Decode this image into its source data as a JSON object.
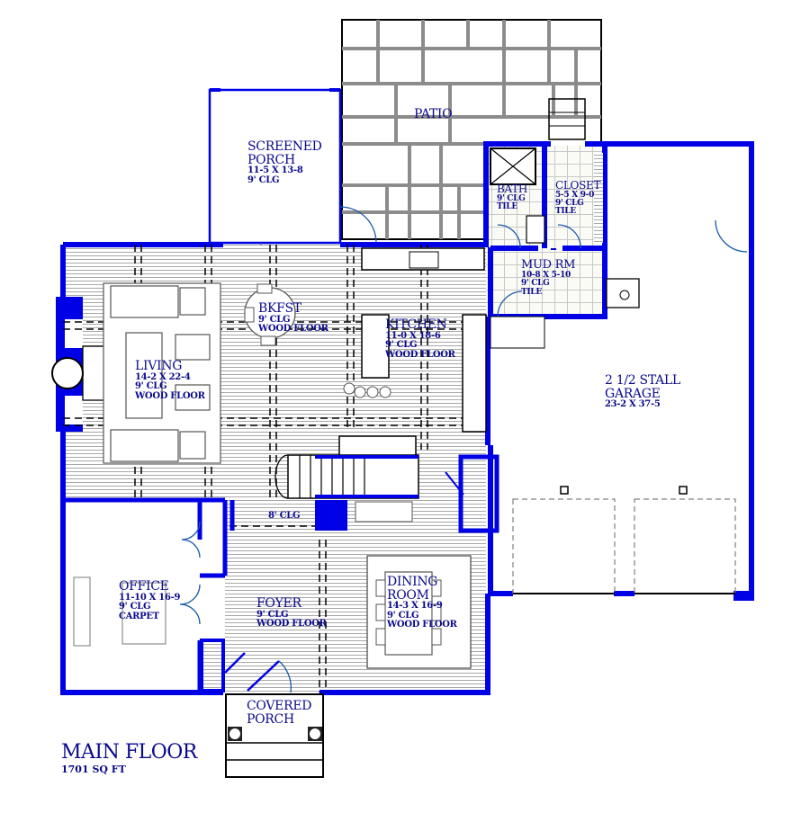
{
  "plan": {
    "title": "MAIN FLOOR",
    "area": "1701 SQ FT",
    "colors": {
      "wall": "#0000e6",
      "wall_dark": "#000080",
      "label": "#0a0a8c",
      "floor_line": "#9a9a9a",
      "patio_joint": "#8c8c8c",
      "door_arc": "#1a5aa8"
    }
  },
  "rooms": {
    "patio": {
      "name": "PATIO"
    },
    "screened_porch": {
      "name_line1": "SCREENED",
      "name_line2": "PORCH",
      "size": "11-5 X 13-8",
      "ceiling": "9' CLG"
    },
    "bath": {
      "name": "BATH",
      "ceiling": "9' CLG",
      "floor": "TILE"
    },
    "closet": {
      "name": "CLOSET",
      "size": "5-5 X 9-0",
      "ceiling": "9' CLG",
      "floor": "TILE"
    },
    "mud_rm": {
      "name": "MUD RM",
      "size": "10-8 X 5-10",
      "ceiling": "9' CLG",
      "floor": "TILE"
    },
    "bkfst": {
      "name": "BKFST",
      "ceiling": "9' CLG",
      "floor": "WOOD FLOOR"
    },
    "kitchen": {
      "name": "KITCHEN",
      "size": "11-0 X 18-6",
      "ceiling": "9' CLG",
      "floor": "WOOD FLOOR"
    },
    "living": {
      "name": "LIVING",
      "size": "14-2 X 22-4",
      "ceiling": "9' CLG",
      "floor": "WOOD FLOOR"
    },
    "garage": {
      "name_line1": "2 1/2 STALL",
      "name_line2": "GARAGE",
      "size": "23-2 X 37-5"
    },
    "hall": {
      "ceiling": "8' CLG"
    },
    "office": {
      "name": "OFFICE",
      "size": "11-10 X 16-9",
      "ceiling": "9' CLG",
      "floor": "CARPET"
    },
    "foyer": {
      "name": "FOYER",
      "ceiling": "9' CLG",
      "floor": "WOOD FLOOR"
    },
    "dining": {
      "name_line1": "DINING",
      "name_line2": "ROOM",
      "size": "14-3 X 16-9",
      "ceiling": "9' CLG",
      "floor": "WOOD FLOOR"
    },
    "covered_porch": {
      "name_line1": "COVERED",
      "name_line2": "PORCH"
    }
  }
}
